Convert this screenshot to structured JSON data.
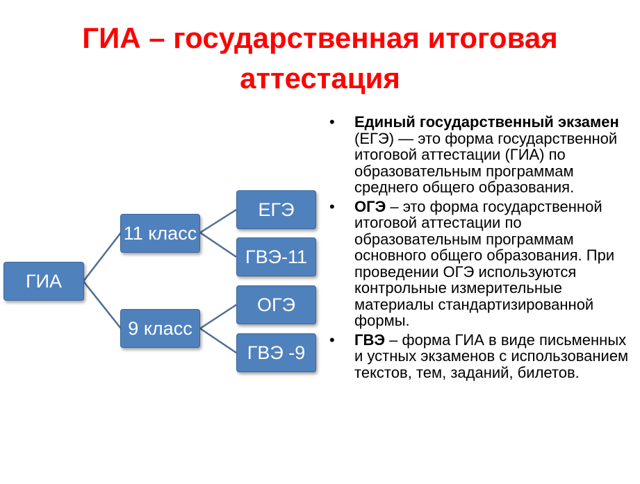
{
  "title": {
    "line1": "ГИА – государственная итоговая",
    "line2": "аттестация"
  },
  "diagram": {
    "root": "ГИА",
    "branch_11": "11 класс",
    "branch_9": "9 класс",
    "leaf_ege": "ЕГЭ",
    "leaf_gve11": "ГВЭ-11",
    "leaf_oge": "ОГЭ",
    "leaf_gve9": "ГВЭ -9",
    "colors": {
      "node_fill": "#4f81bd",
      "connector": "#4f6d95",
      "title": "#ff0000"
    }
  },
  "bullets": [
    {
      "term": "Единый государственный экзамен",
      "text": " (ЕГЭ) — это форма государственной итоговой аттестации (ГИА) по образовательным программам среднего общего образования."
    },
    {
      "term": "ОГЭ",
      "text": " – это форма государственной итоговой аттестации по образовательным программам основного общего образования. При проведении ОГЭ используются контрольные измерительные материалы стандартизированной формы."
    },
    {
      "term": "ГВЭ",
      "text": " – форма ГИА в виде письменных и устных экзаменов с использованием текстов, тем, заданий, билетов."
    }
  ]
}
